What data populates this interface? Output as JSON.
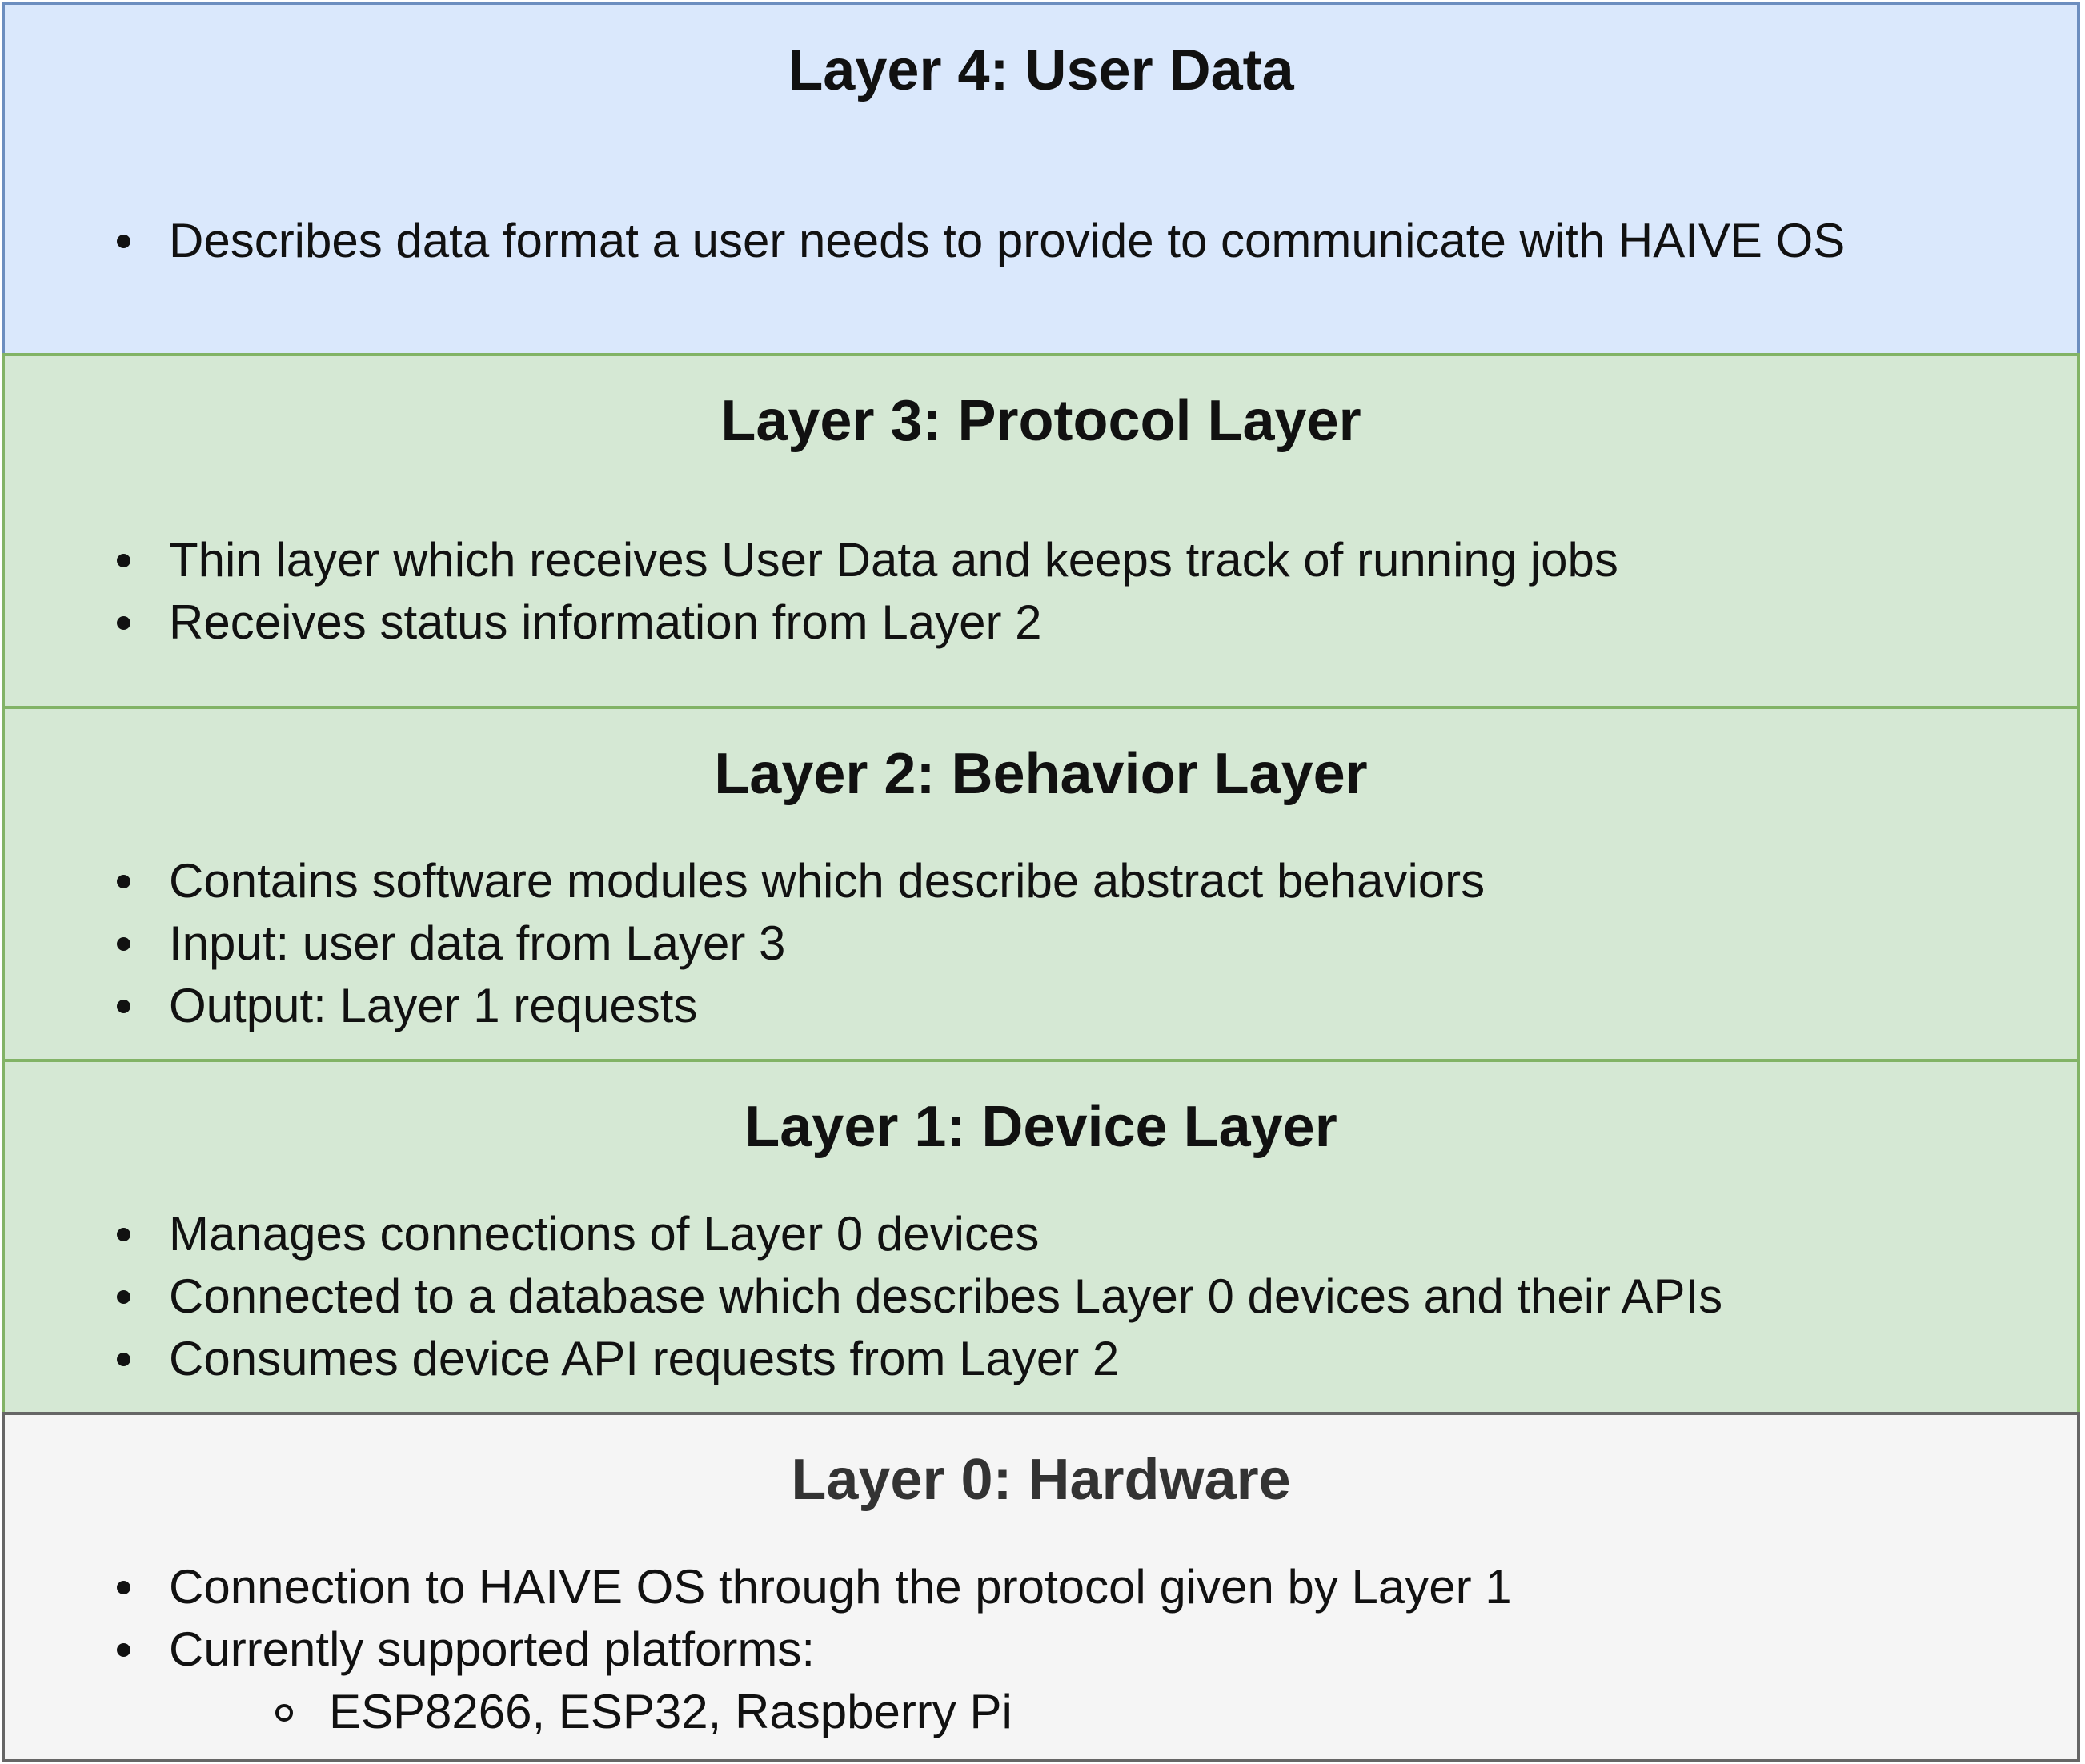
{
  "layers": [
    {
      "title": "Layer 4: User Data",
      "fill": "#dae8fc",
      "stroke": "#6c8ebf",
      "title_color": "#111111",
      "bullets": [
        "Describes data format a user needs to provide to communicate with HAIVE OS"
      ]
    },
    {
      "title": "Layer 3: Protocol Layer",
      "fill": "#d5e8d4",
      "stroke": "#82b366",
      "title_color": "#111111",
      "bullets": [
        "Thin layer which receives User Data and keeps track of running jobs",
        "Receives status information from Layer 2"
      ]
    },
    {
      "title": "Layer 2: Behavior Layer",
      "fill": "#d5e8d4",
      "stroke": "#82b366",
      "title_color": "#111111",
      "bullets": [
        "Contains software modules which describe abstract behaviors",
        "Input: user data from Layer 3",
        "Output: Layer 1 requests"
      ]
    },
    {
      "title": "Layer 1: Device Layer",
      "fill": "#d5e8d4",
      "stroke": "#82b366",
      "title_color": "#111111",
      "bullets": [
        "Manages connections of Layer 0 devices",
        "Connected to a database which describes Layer 0 devices and their APIs",
        "Consumes device API requests from Layer 2"
      ]
    },
    {
      "title": "Layer 0: Hardware",
      "fill": "#f5f5f5",
      "stroke": "#666666",
      "title_color": "#333333",
      "bullets": [
        "Connection to HAIVE OS through the protocol given by Layer 1",
        "Currently supported platforms:"
      ],
      "sub_bullets": [
        "ESP8266, ESP32, Raspberry Pi"
      ]
    }
  ]
}
